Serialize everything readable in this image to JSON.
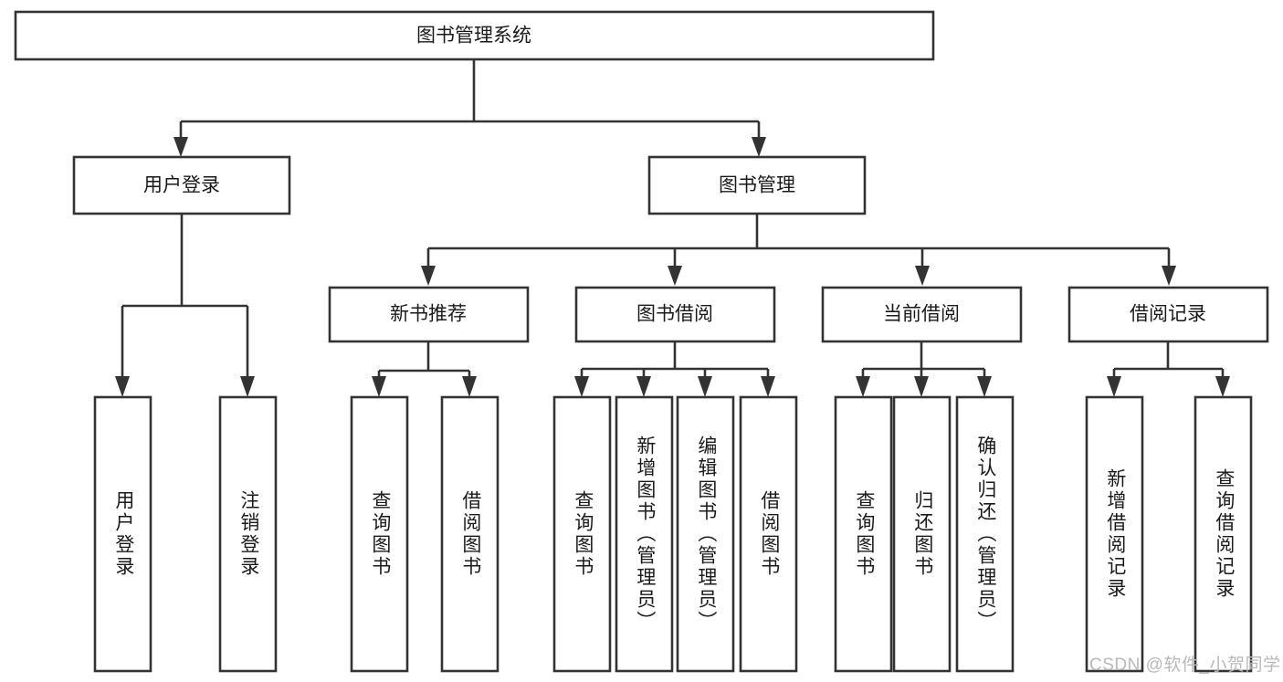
{
  "diagram": {
    "type": "tree-hierarchy",
    "orientation": "top-down",
    "colors": {
      "background": "#ffffff",
      "node_fill": "#ffffff",
      "node_stroke": "#333333",
      "text": "#1a1a1a",
      "watermark": "#b9b9b9"
    },
    "root": {
      "label": "图书管理系统"
    },
    "level2": [
      {
        "label": "用户登录"
      },
      {
        "label": "图书管理"
      }
    ],
    "level3": [
      {
        "label": "新书推荐"
      },
      {
        "label": "图书借阅"
      },
      {
        "label": "当前借阅"
      },
      {
        "label": "借阅记录"
      }
    ],
    "leaves_user_login": [
      {
        "label": "用户登录"
      },
      {
        "label": "注销登录"
      }
    ],
    "leaves_new_book": [
      {
        "label": "查询图书"
      },
      {
        "label": "借阅图书"
      }
    ],
    "leaves_borrow": [
      {
        "label": "查询图书"
      },
      {
        "label": "新增图书（管理员）"
      },
      {
        "label": "编辑图书（管理员）"
      },
      {
        "label": "借阅图书"
      }
    ],
    "leaves_current": [
      {
        "label": "查询图书"
      },
      {
        "label": "归还图书"
      },
      {
        "label": "确认归还（管理员）"
      }
    ],
    "leaves_records": [
      {
        "label": "新增借阅记录"
      },
      {
        "label": "查询借阅记录"
      }
    ]
  },
  "watermark": {
    "text": "CSDN @软件_小贺同学"
  }
}
